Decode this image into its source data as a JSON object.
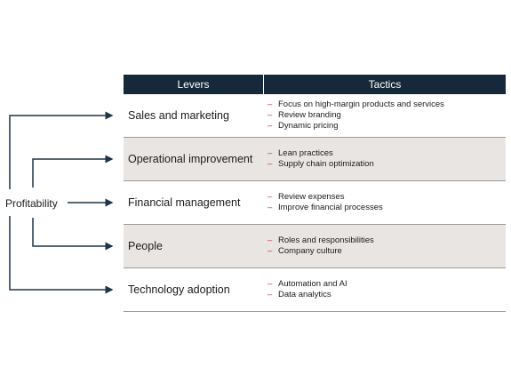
{
  "root": {
    "label": "Profitability"
  },
  "headers": {
    "levers": "Levers",
    "tactics": "Tactics"
  },
  "rows": [
    {
      "lever": "Sales and marketing",
      "tactics": [
        "Focus on high-margin products and services",
        "Review branding",
        "Dynamic pricing"
      ]
    },
    {
      "lever": "Operational improvement",
      "tactics": [
        "Lean practices",
        "Supply chain optimization"
      ]
    },
    {
      "lever": "Financial management",
      "tactics": [
        "Review expenses",
        "Improve financial processes"
      ]
    },
    {
      "lever": "People",
      "tactics": [
        "Roles and responsibilities",
        "Company culture"
      ]
    },
    {
      "lever": "Technology adoption",
      "tactics": [
        "Automation and AI",
        "Data analytics"
      ]
    }
  ],
  "colors": {
    "header_bg": "#16293a",
    "arrow": "#1f3447",
    "bullet": "#cc2a30",
    "shaded_row": "#e9e5e2"
  }
}
